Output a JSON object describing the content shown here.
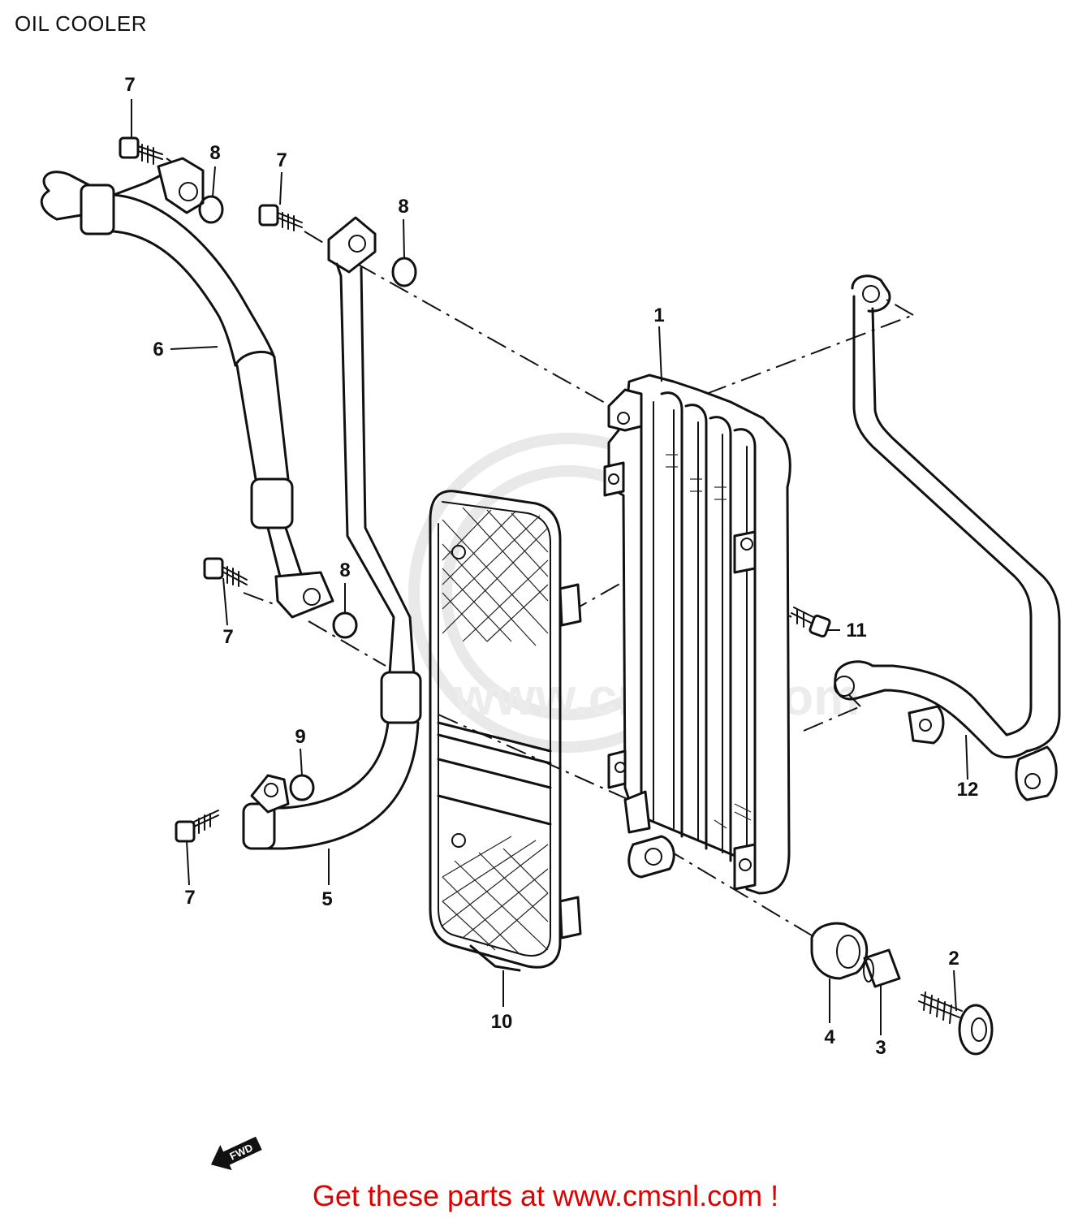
{
  "title": "OIL COOLER",
  "footer": {
    "link_text": "Get these parts at www.cmsnl.com !"
  },
  "forward_arrow": {
    "label": "FWD",
    "icon": "forward-arrow-icon"
  },
  "watermark": {
    "icon": "cmsnl-logo-watermark",
    "text": "www.cmsnl.com"
  },
  "callouts": {
    "c1": "1",
    "c2": "2",
    "c3": "3",
    "c4": "4",
    "c5": "5",
    "c6": "6",
    "c7a": "7",
    "c7b": "7",
    "c7c": "7",
    "c7d": "7",
    "c8a": "8",
    "c8b": "8",
    "c8c": "8",
    "c9": "9",
    "c10": "10",
    "c11": "11",
    "c12": "12"
  }
}
